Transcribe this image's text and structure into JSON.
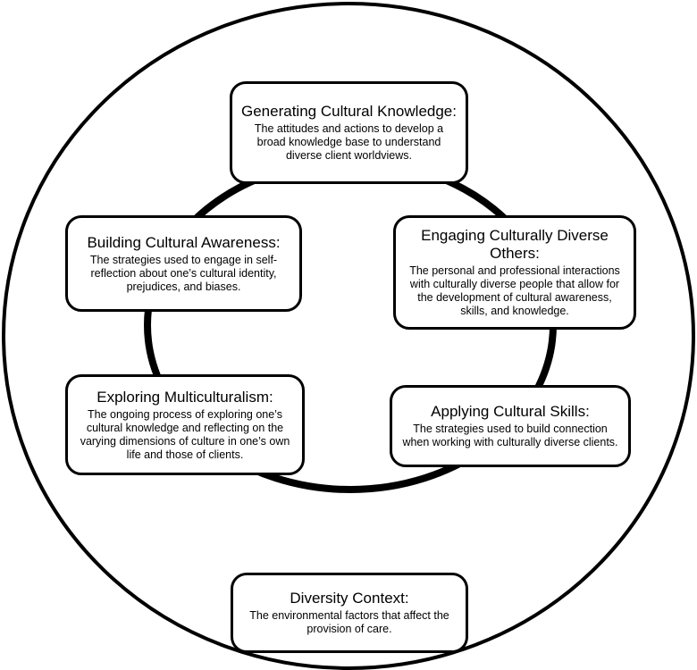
{
  "boxes": {
    "generating": {
      "title": "Generating Cultural Knowledge:",
      "description": "The attitudes and actions to develop a broad knowledge base to understand diverse client worldviews."
    },
    "building": {
      "title": "Building Cultural Awareness:",
      "description": "The strategies used to engage in self-reflection about one’s cultural identity, prejudices, and biases."
    },
    "engaging": {
      "title": "Engaging Culturally Diverse Others:",
      "description": "The personal and professional interactions with culturally diverse people that allow for the development of cultural awareness, skills, and knowledge."
    },
    "exploring": {
      "title": "Exploring Multiculturalism:",
      "description": "The ongoing process of exploring one’s cultural knowledge and reflecting on the varying dimensions of culture in one’s own life and those of clients."
    },
    "applying": {
      "title": "Applying Cultural Skills:",
      "description": "The strategies used to build connection when working with culturally diverse clients."
    },
    "diversity": {
      "title": "Diversity Context:",
      "description": "The environmental factors that affect the provision of care."
    }
  }
}
